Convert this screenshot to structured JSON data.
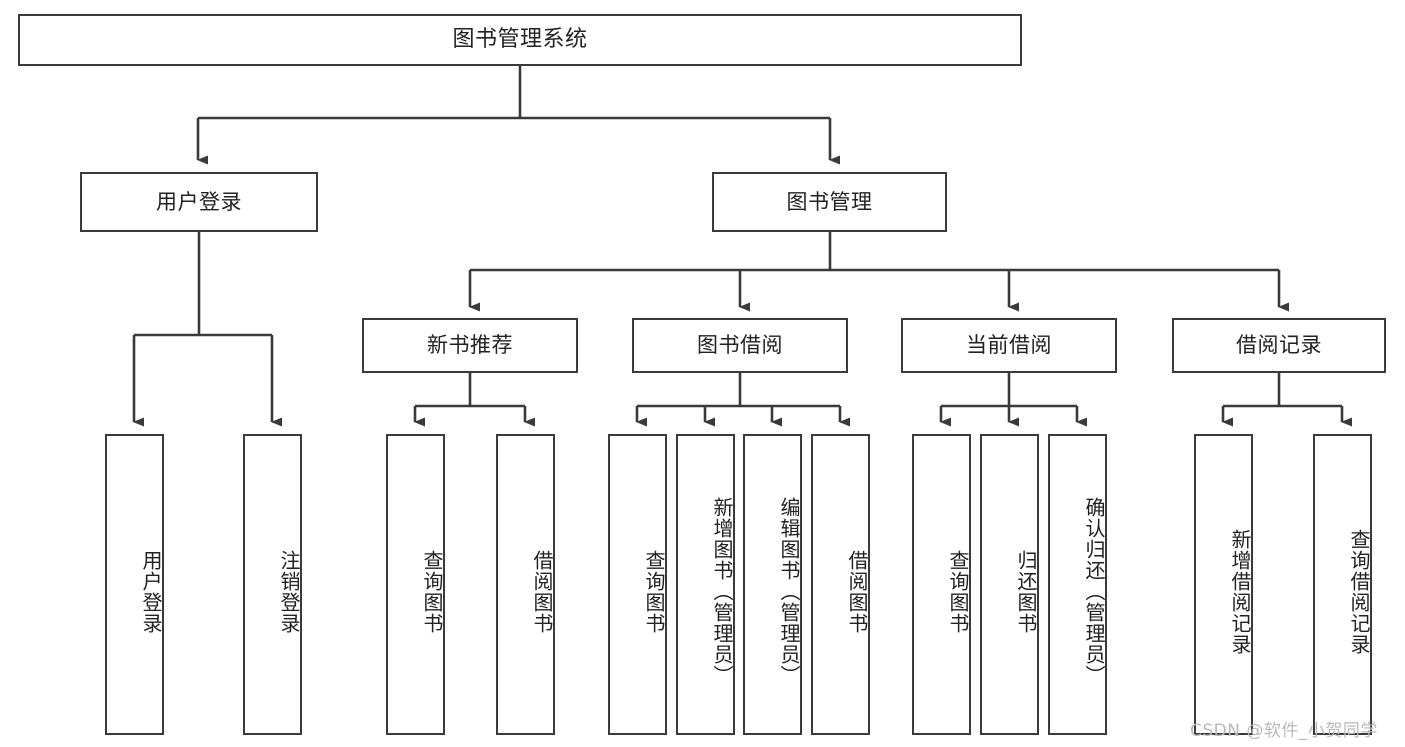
{
  "diagram": {
    "title": "图书管理系统",
    "type": "tree-hierarchy",
    "root": {
      "label": "图书管理系统"
    },
    "level2": [
      {
        "label": "用户登录"
      },
      {
        "label": "图书管理"
      }
    ],
    "level3": [
      {
        "label": "新书推荐"
      },
      {
        "label": "图书借阅"
      },
      {
        "label": "当前借阅"
      },
      {
        "label": "借阅记录"
      }
    ],
    "leaves": {
      "user_login": [
        {
          "label": "用户登录"
        },
        {
          "label": "注销登录"
        }
      ],
      "new_book_recommend": [
        {
          "label": "查询图书"
        },
        {
          "label": "借阅图书"
        }
      ],
      "book_borrow": [
        {
          "label": "查询图书"
        },
        {
          "label": "新增图书（管理员）"
        },
        {
          "label": "编辑图书（管理员）"
        },
        {
          "label": "借阅图书"
        }
      ],
      "current_borrow": [
        {
          "label": "查询图书"
        },
        {
          "label": "归还图书"
        },
        {
          "label": "确认归还（管理员）"
        }
      ],
      "borrow_record": [
        {
          "label": "新增借阅记录"
        },
        {
          "label": "查询借阅记录"
        }
      ]
    },
    "watermark": "CSDN @软件_小贺同学",
    "colors": {
      "stroke": "#3a3a3a",
      "fill": "#ffffff",
      "text": "#222222",
      "watermark": "#b9b9b9"
    }
  }
}
